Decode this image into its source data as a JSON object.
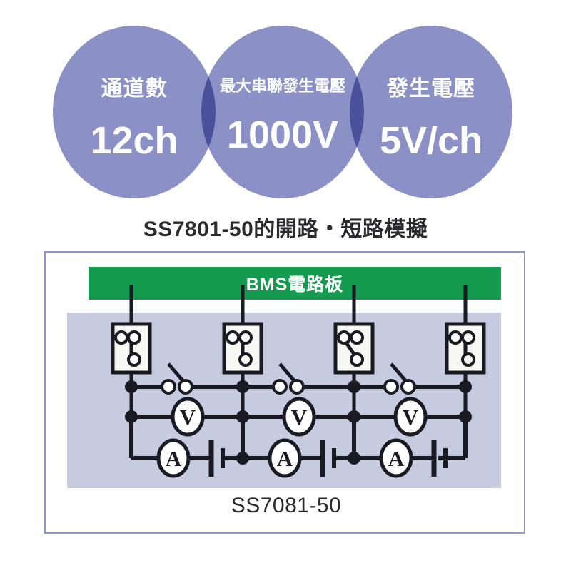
{
  "specs": [
    {
      "label": "通道數",
      "value": "12ch",
      "label_size": "lg",
      "icon": "circle-badge"
    },
    {
      "label": "最大串聯發生電壓",
      "value": "1000V",
      "label_size": "sm",
      "icon": "circle-badge"
    },
    {
      "label": "發生電壓",
      "value": "5V/ch",
      "label_size": "lg",
      "icon": "circle-badge"
    }
  ],
  "section": {
    "title": "SS7801-50的開路・短路模擬"
  },
  "diagram": {
    "board_label": "BMS電路板",
    "device_label": "SS7081-50",
    "meters": {
      "voltmeter": "V",
      "ammeter": "A"
    },
    "voltmeter_labels": [
      "V",
      "V",
      "V"
    ],
    "ammeter_labels": [
      "A",
      "A",
      "A"
    ],
    "relay_states": [
      "closed",
      "closed",
      "open-diagonal",
      "closed"
    ],
    "switch_states": [
      "open",
      "open",
      "open"
    ]
  },
  "colors": {
    "circle_fill": "#7b81bf",
    "circle_overlap": "#5a5f9e",
    "board_green": "#159b4f",
    "panel_border": "#8d96c4",
    "circuit_bg": "#c7cbdf",
    "wire": "#1a1a22",
    "text_dark": "#2b2b2f",
    "text_light": "#ffffff"
  }
}
